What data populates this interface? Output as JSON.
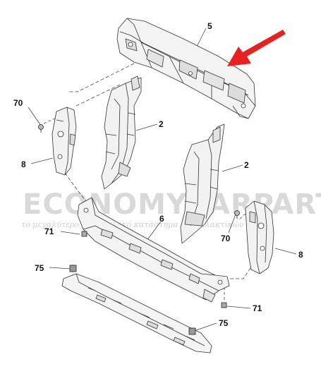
{
  "diagram": {
    "callouts": {
      "c5": "5",
      "c2a": "2",
      "c2b": "2",
      "c70a": "70",
      "c70b": "70",
      "c8a": "8",
      "c8b": "8",
      "c6": "6",
      "c71a": "71",
      "c71b": "71",
      "c75a": "75",
      "c75b": "75"
    },
    "watermark": {
      "brand": "ECONOMYCARPARTS.GR",
      "tagline": "το μεγαλύτερο ηλεκτρονικό κατάστημα ανταλλακτικών"
    },
    "colors": {
      "line": "#3a3a3a",
      "part_fill": "#f4f4f4",
      "part_shade": "#dcdcdc",
      "arrow": "#e8201f",
      "watermark": "#d6d6d6"
    }
  }
}
